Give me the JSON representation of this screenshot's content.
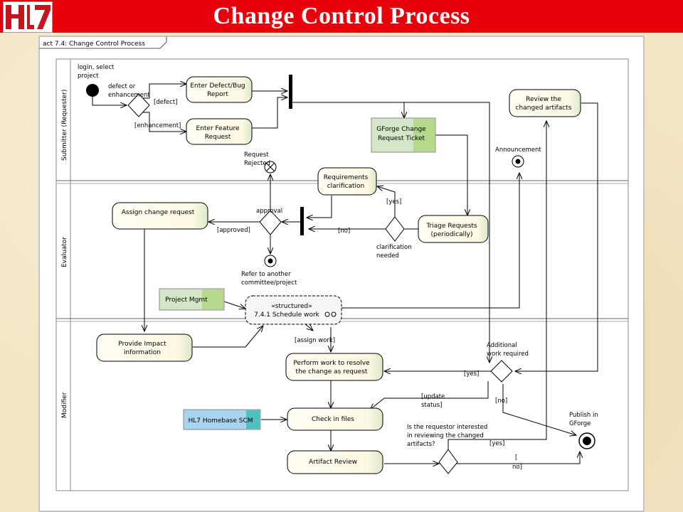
{
  "page": {
    "title": "Change Control Process",
    "logo_text": "HL7"
  },
  "diagram": {
    "frame_label": "act 7.4: Change Control Process",
    "lanes": [
      "Submitter (Requester)",
      "Evaluator",
      "Modifier"
    ],
    "actions": {
      "enter_defect": [
        "Enter Defect/Bug",
        "Report"
      ],
      "enter_feature": [
        "Enter Feature",
        "Request"
      ],
      "gforge_ticket": [
        "GForge Change",
        "Request Ticket"
      ],
      "review_artifacts": [
        "Review the",
        "changed artifacts"
      ],
      "req_clarification": [
        "Requirements",
        "clarification"
      ],
      "assign_change": [
        "Assign change request"
      ],
      "triage": [
        "Triage Requests",
        "(periodically)"
      ],
      "project_mgmt": [
        "Project Mgmt"
      ],
      "structured": [
        "«structured»",
        "7.4.1 Schedule work"
      ],
      "impact": [
        "Provide Impact",
        "information"
      ],
      "perform_work": [
        "Perform work to resolve",
        "the change as request"
      ],
      "homebase_scm": [
        "HL7 Homebase SCM"
      ],
      "check_in": [
        "Check in files"
      ],
      "artifact_review": [
        "Artifact Review"
      ]
    },
    "labels": {
      "login": [
        "login, select",
        "project"
      ],
      "defect_or": [
        "defect or",
        "enhancement"
      ],
      "defect_guard": "[defect]",
      "enh_guard": "[enhancement]",
      "request_rejected": [
        "Request",
        "Rejected"
      ],
      "announcement": "Announcement",
      "yes1": "[yes]",
      "approval": "approval",
      "approved": "[approved]",
      "no1": "[no]",
      "clarification_needed": [
        "clarification",
        "needed"
      ],
      "refer_another": [
        "Refer to another",
        "committee/project"
      ],
      "assign_work": "[assign work]",
      "additional_work": [
        "Additional",
        "work required"
      ],
      "yes2": "[yes]",
      "update_status": [
        "[update",
        "status]"
      ],
      "no2": "[no]",
      "publish": [
        "Publish in",
        "GForge"
      ],
      "interested_q": [
        "Is the requestor interested",
        "in reviewing the changed",
        "artifacts?"
      ],
      "yes3": "[yes]",
      "no3": [
        "[",
        "no]"
      ]
    }
  }
}
